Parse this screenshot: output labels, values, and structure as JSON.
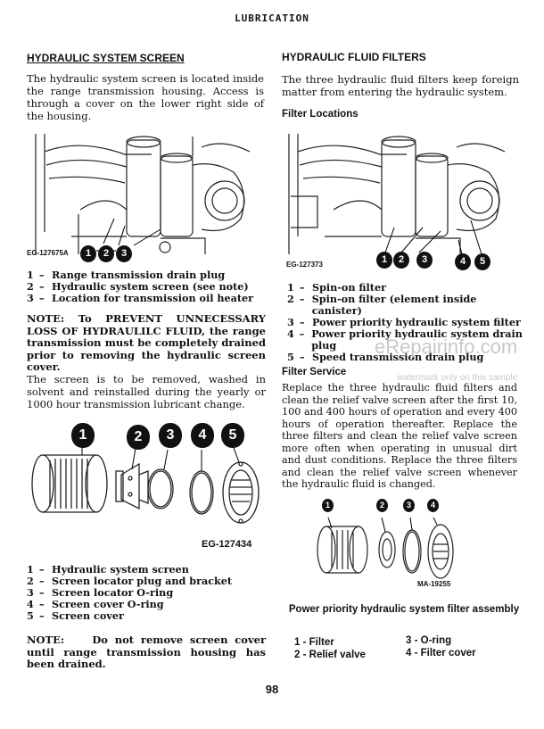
{
  "header": "LUBRICATION",
  "left": {
    "screen_title": "HYDRAULIC SYSTEM SCREEN",
    "screen_intro": "The hydraulic system screen is located inside the range transmission housing. Access is through a cover on the lower right side of the housing.",
    "fig1_id": "EG-127675A",
    "fig1_callouts": [
      "1",
      "2",
      "3"
    ],
    "fig1_items": [
      {
        "n": "1",
        "t": "Range transmission drain plug"
      },
      {
        "n": "2",
        "t": "Hydraulic system screen (see note)"
      },
      {
        "n": "3",
        "t": "Location for transmission oil heater"
      }
    ],
    "note1": "NOTE: To PREVENT UNNECESSARY LOSS OF HYDRAULILC FLUID, the range transmission must be completely drained prior to removing the hydraulic screen cover.",
    "screen_text": "The screen is to be removed, washed in solvent and reinstalled during the yearly or 1000 hour transmission lubricant change.",
    "fig2_id": "EG-127434",
    "fig2_callouts": [
      "1",
      "2",
      "3",
      "4",
      "5"
    ],
    "fig2_items": [
      {
        "n": "1",
        "t": "Hydraulic system screen"
      },
      {
        "n": "2",
        "t": "Screen locator plug and bracket"
      },
      {
        "n": "3",
        "t": "Screen locator O-ring"
      },
      {
        "n": "4",
        "t": "Screen cover O-ring"
      },
      {
        "n": "5",
        "t": "Screen cover"
      }
    ],
    "note2_label": "NOTE:",
    "note2_text": "Do not remove screen cover until range transmission housing has been drained."
  },
  "right": {
    "filters_title": "HYDRAULIC FLUID FILTERS",
    "filters_intro": "The three hydraulic fluid filters keep foreign matter from entering the hydraulic system.",
    "locations_title": "Filter Locations",
    "fig3_id": "EG-127373",
    "fig3_callouts": [
      "1",
      "2",
      "3",
      "4",
      "5"
    ],
    "fig3_items": [
      {
        "n": "1",
        "t": "Spin-on filter"
      },
      {
        "n": "2",
        "t": "Spin-on filter (element inside canister)"
      },
      {
        "n": "3",
        "t": "Power priority hydraulic system filter"
      },
      {
        "n": "4",
        "t": "Power priority hydraulic system drain plug"
      },
      {
        "n": "5",
        "t": "Speed transmission drain plug"
      }
    ],
    "service_title": "Filter Service",
    "service_text": "Replace the three hydraulic fluid filters and clean the relief valve screen after the first 10, 100 and 400 hours of operation and every 400 hours of operation thereafter. Replace the three filters and clean the relief valve screen more often when operating in unusual dirt and dust conditions. Replace the three filters and clean the relief valve screen whenever the hydraulic fluid is changed.",
    "fig4_id": "MA-19255",
    "fig4_callouts": [
      "1",
      "2",
      "3",
      "4"
    ],
    "fig4_title": "Power priority hydraulic system filter assembly",
    "fig4_items": [
      {
        "n": "1",
        "t": "Filter"
      },
      {
        "n": "2",
        "t": "Relief valve"
      },
      {
        "n": "3",
        "t": "O-ring"
      },
      {
        "n": "4",
        "t": "Filter cover"
      }
    ]
  },
  "watermark_main": "eRepairinfo.com",
  "watermark_sub": "watermark only on this sample",
  "page_number": "98"
}
